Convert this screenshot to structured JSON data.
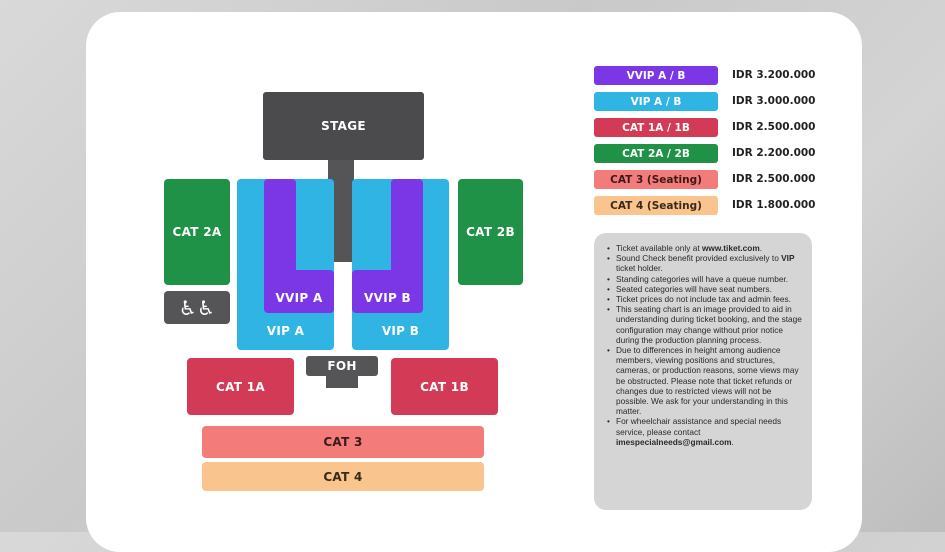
{
  "seatmap": {
    "stage": "STAGE",
    "vvip_a": "VVIP A",
    "vvip_b": "VVIP B",
    "vip_a": "VIP A",
    "vip_b": "VIP B",
    "cat_2a": "CAT 2A",
    "cat_2b": "CAT 2B",
    "cat_1a": "CAT 1A",
    "cat_1b": "CAT 1B",
    "cat_3": "CAT 3",
    "cat_4": "CAT 4",
    "foh": "FOH",
    "wheelchair_icon": "wheelchair-icon"
  },
  "legend": [
    {
      "label": "VVIP A / B",
      "price": "IDR 3.200.000",
      "color": "#7b36e6"
    },
    {
      "label": "VIP A / B",
      "price": "IDR 3.000.000",
      "color": "#2fb4e3"
    },
    {
      "label": "CAT 1A / 1B",
      "price": "IDR 2.500.000",
      "color": "#d33a55"
    },
    {
      "label": "CAT 2A / 2B",
      "price": "IDR 2.200.000",
      "color": "#1f9247"
    },
    {
      "label": "CAT 3 (Seating)",
      "price": "IDR 2.500.000",
      "color": "#f37b7a"
    },
    {
      "label": "CAT 4 (Seating)",
      "price": "IDR 1.800.000",
      "color": "#f9c48e"
    }
  ],
  "info": {
    "n1_pre": "Ticket available only at ",
    "n1_bold": "www.tiket.com",
    "n1_post": ".",
    "n2_pre": "Sound Check benefit provided exclusively to ",
    "n2_bold": "VIP",
    "n2_post": " ticket holder.",
    "n3": "Standing categories will have a queue number.",
    "n4": "Seated categories will have seat numbers.",
    "n5": "Ticket prices do not include tax and admin fees.",
    "n6": "This seating chart is an image provided to aid in understanding during ticket booking, and the stage configuration may change without prior notice during the production planning process.",
    "n7": "Due to differences in height among audience members, viewing positions and structures, cameras, or production reasons, some views may be obstructed. Please note that ticket refunds or changes due to restricted views will not be possible. We ask for your understanding in this matter.",
    "n8_pre": "For wheelchair assistance and special needs service, please contact ",
    "n8_bold": "imespecialneeds@gmail.com",
    "n8_post": "."
  }
}
